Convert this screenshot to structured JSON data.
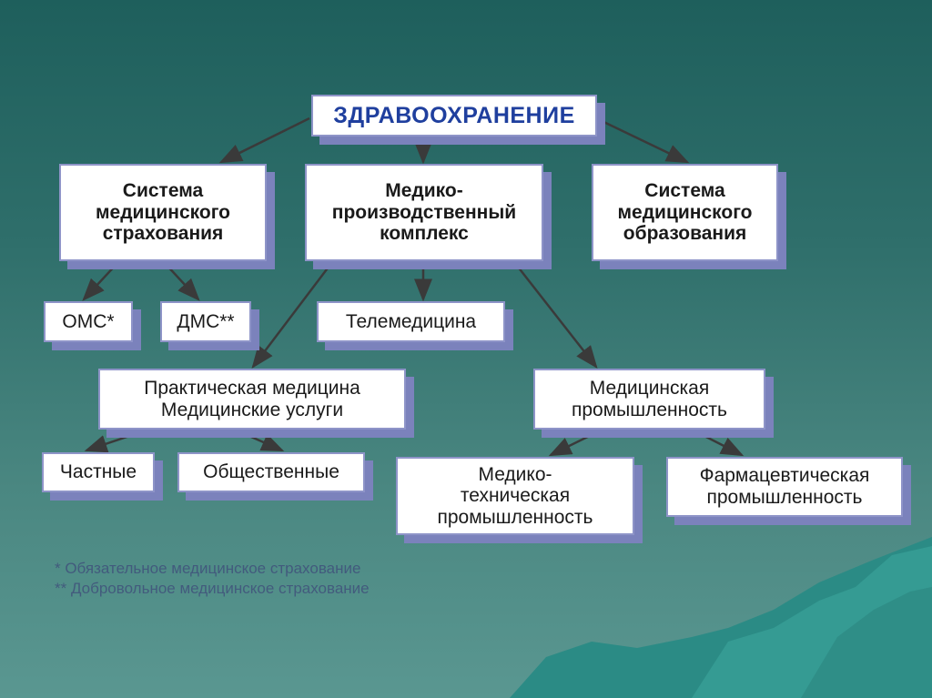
{
  "title": "ЗДРАВООХРАНЕНИЕ",
  "level1": {
    "insurance": "Система\nмедицинского\nстрахования",
    "complex": "Медико-\nпроизводственный\nкомплекс",
    "education": "Система\nмедицинского\nобразования"
  },
  "insurance_children": {
    "oms": "ОМС*",
    "dms": "ДМС**"
  },
  "complex_children": {
    "telemedicine": "Телемедицина",
    "practice": "Практическая медицина\nМедицинские услуги",
    "industry": "Медицинская\nпромышленность"
  },
  "practice_children": {
    "private": "Частные",
    "public": "Общественные"
  },
  "industry_children": {
    "technical": "Медико-\nтехническая\nпромышленность",
    "pharma": "Фармацевтическая\nпромышленность"
  },
  "footnotes": {
    "oms_note": "* Обязательное медицинское страхование",
    "dms_note": "** Добровольное медицинское страхование"
  },
  "colors": {
    "background": "#2f6f6b",
    "title_text": "#1f3f9e",
    "box_shadow": "#7b82bc"
  }
}
